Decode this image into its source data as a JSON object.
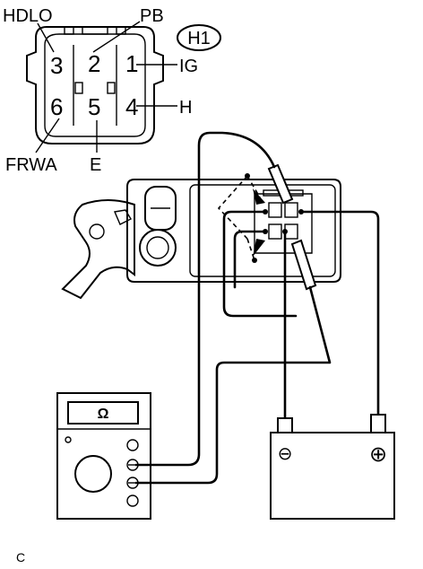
{
  "connector": {
    "id": "H1",
    "pins": [
      {
        "number": "3",
        "name": "HDLO"
      },
      {
        "number": "2",
        "name": "PB"
      },
      {
        "number": "1",
        "name": "IG"
      },
      {
        "number": "6",
        "name": "FRWA"
      },
      {
        "number": "5",
        "name": "E"
      },
      {
        "number": "4",
        "name": "H"
      }
    ]
  },
  "meter": {
    "unit_label": "Ω"
  },
  "battery": {
    "negative": "⊖",
    "positive": "⊕"
  },
  "figure_code": "C"
}
